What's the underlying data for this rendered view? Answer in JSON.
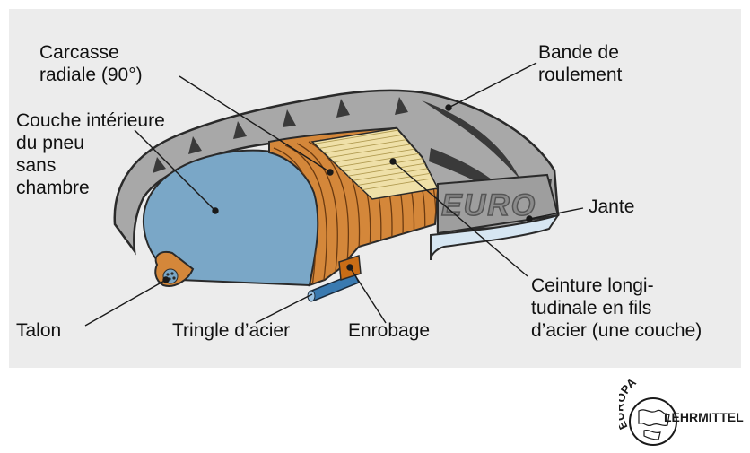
{
  "labels": {
    "carcasse": "Carcasse\nradiale (90°)",
    "couche": "Couche intérieure\ndu pneu\nsans\nchambre",
    "talon": "Talon",
    "tringle": "Tringle d’acier",
    "enrobage": "Enrobage",
    "bande": "Bande de\nroulement",
    "jante": "Jante",
    "ceinture": "Ceinture longi-\ntudinale en fils\nd’acier (une couche)"
  },
  "sidewall_text": "EURO",
  "logo": {
    "arc_text": "EUROPA",
    "text": "LEHRMITTEL"
  },
  "colors": {
    "panel": "#ececec",
    "rubber": "#a8a8a8",
    "rubber_dark": "#3a3a3a",
    "carcass": "#d4873a",
    "carcass_line": "#6b3a10",
    "liner": "#7aa7c7",
    "belt": "#efe0a8",
    "rim": "#d6e6f2"
  }
}
